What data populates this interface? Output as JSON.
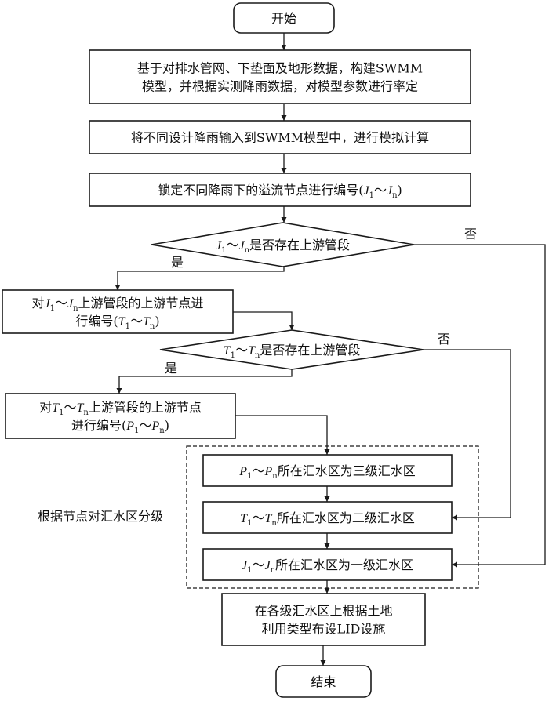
{
  "diagram": {
    "type": "flowchart",
    "nodes": {
      "start": {
        "kind": "terminal",
        "lines": [
          [
            "开始"
          ]
        ]
      },
      "build_model": {
        "kind": "process",
        "lines": [
          [
            "基于对排水管网、下垫面及地形数据，构建SWMM"
          ],
          [
            "模型，并根据实测降雨数据，对模型参数进行率定"
          ]
        ]
      },
      "simulate": {
        "kind": "process",
        "lines": [
          [
            "将不同设计降雨输入到SWMM模型中，进行模拟计算"
          ]
        ]
      },
      "number_overflow": {
        "kind": "process",
        "lines": [
          [
            "锁定不同降雨下的溢流节点进行编号(",
            {
              "v": "J",
              "s": "1"
            },
            "～",
            {
              "v": "J",
              "s": "n"
            },
            ")"
          ]
        ]
      },
      "decision_j": {
        "kind": "decision",
        "lines": [
          [
            {
              "v": "J",
              "s": "1"
            },
            "～",
            {
              "v": "J",
              "s": "n"
            },
            "是否存在上游管段"
          ]
        ]
      },
      "number_t": {
        "kind": "process",
        "lines": [
          [
            "对",
            {
              "v": "J",
              "s": "1"
            },
            "～",
            {
              "v": "J",
              "s": "n"
            },
            "上游管段的上游节点进"
          ],
          [
            "行编号(",
            {
              "v": "T",
              "s": "1"
            },
            "～",
            {
              "v": "T",
              "s": "n"
            },
            ")"
          ]
        ]
      },
      "decision_t": {
        "kind": "decision",
        "lines": [
          [
            {
              "v": "T",
              "s": "1"
            },
            "～",
            {
              "v": "T",
              "s": "n"
            },
            "是否存在上游管段"
          ]
        ]
      },
      "number_p": {
        "kind": "process",
        "lines": [
          [
            "对",
            {
              "v": "T",
              "s": "1"
            },
            "～",
            {
              "v": "T",
              "s": "n"
            },
            "上游管段的上游节点"
          ],
          [
            "进行编号(",
            {
              "v": "P",
              "s": "1"
            },
            "～",
            {
              "v": "P",
              "s": "n"
            },
            ")"
          ]
        ]
      },
      "level3": {
        "kind": "process",
        "lines": [
          [
            {
              "v": "P",
              "s": "1"
            },
            "～",
            {
              "v": "P",
              "s": "n"
            },
            "所在汇水区为三级汇水区"
          ]
        ]
      },
      "level2": {
        "kind": "process",
        "lines": [
          [
            {
              "v": "T",
              "s": "1"
            },
            "～",
            {
              "v": "T",
              "s": "n"
            },
            "所在汇水区为二级汇水区"
          ]
        ]
      },
      "level1": {
        "kind": "process",
        "lines": [
          [
            {
              "v": "J",
              "s": "1"
            },
            "～",
            {
              "v": "J",
              "s": "n"
            },
            "所在汇水区为一级汇水区"
          ]
        ]
      },
      "lid": {
        "kind": "process",
        "lines": [
          [
            "在各级汇水区上根据土地"
          ],
          [
            "利用类型布设LID设施"
          ]
        ]
      },
      "end": {
        "kind": "terminal",
        "lines": [
          [
            "结束"
          ]
        ]
      }
    },
    "group": {
      "label": "根据节点对汇水区分级",
      "members": [
        "level3",
        "level2",
        "level1"
      ]
    },
    "edge_labels": {
      "decision_j_yes": "是",
      "decision_j_no": "否",
      "decision_t_yes": "是",
      "decision_t_no": "否"
    },
    "edges": [
      [
        "start",
        "build_model"
      ],
      [
        "build_model",
        "simulate"
      ],
      [
        "simulate",
        "number_overflow"
      ],
      [
        "number_overflow",
        "decision_j"
      ],
      [
        "decision_j",
        "number_t",
        "是"
      ],
      [
        "decision_j",
        "level1",
        "否"
      ],
      [
        "number_t",
        "decision_t"
      ],
      [
        "decision_t",
        "number_p",
        "是"
      ],
      [
        "decision_t",
        "level2",
        "否"
      ],
      [
        "number_p",
        "level3"
      ],
      [
        "level3",
        "level2"
      ],
      [
        "level2",
        "level1"
      ],
      [
        "level1",
        "lid"
      ],
      [
        "lid",
        "end"
      ]
    ]
  }
}
